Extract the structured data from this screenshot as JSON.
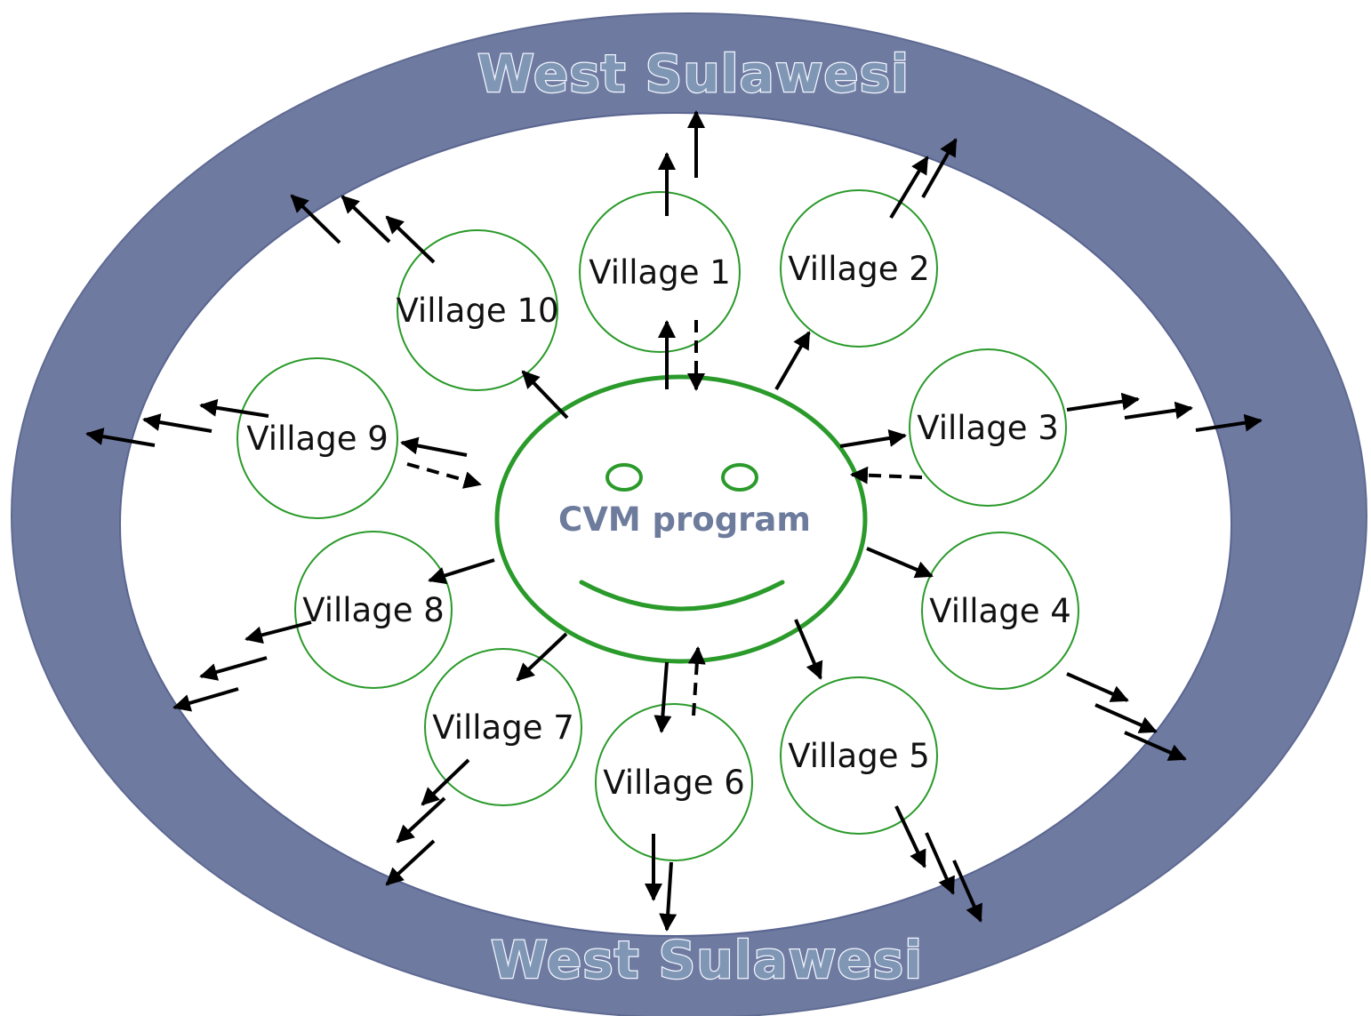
{
  "diagram": {
    "region_label_top": "West Sulawesi",
    "region_label_bottom": "West Sulawesi",
    "hub_label": "CVM program",
    "colors": {
      "ring": "#6f7aa1",
      "inner": "#ffffff",
      "hub_outline": "#2a9a2a",
      "village_outline": "#2a9a2a",
      "hub_text": "#6d7b9c",
      "arrow": "#000000"
    },
    "villages": [
      {
        "id": "v1",
        "label": "Village 1"
      },
      {
        "id": "v2",
        "label": "Village 2"
      },
      {
        "id": "v3",
        "label": "Village 3"
      },
      {
        "id": "v4",
        "label": "Village 4"
      },
      {
        "id": "v5",
        "label": "Village 5"
      },
      {
        "id": "v6",
        "label": "Village 6"
      },
      {
        "id": "v7",
        "label": "Village 7"
      },
      {
        "id": "v8",
        "label": "Village 8"
      },
      {
        "id": "v9",
        "label": "Village 9"
      },
      {
        "id": "v10",
        "label": "Village 10"
      }
    ],
    "links": [
      {
        "from": "hub",
        "to": "v1",
        "style": "solid"
      },
      {
        "from": "v1",
        "to": "hub",
        "style": "dashed"
      },
      {
        "from": "hub",
        "to": "v2",
        "style": "solid"
      },
      {
        "from": "hub",
        "to": "v3",
        "style": "solid"
      },
      {
        "from": "v3",
        "to": "hub",
        "style": "dashed"
      },
      {
        "from": "hub",
        "to": "v4",
        "style": "solid"
      },
      {
        "from": "hub",
        "to": "v5",
        "style": "solid"
      },
      {
        "from": "hub",
        "to": "v6",
        "style": "solid"
      },
      {
        "from": "v6",
        "to": "hub",
        "style": "dashed"
      },
      {
        "from": "hub",
        "to": "v7",
        "style": "solid"
      },
      {
        "from": "hub",
        "to": "v8",
        "style": "solid"
      },
      {
        "from": "hub",
        "to": "v9",
        "style": "solid"
      },
      {
        "from": "v9",
        "to": "hub",
        "style": "dashed"
      },
      {
        "from": "hub",
        "to": "v10",
        "style": "solid"
      }
    ],
    "outward_arrow_counts": {
      "v1": 2,
      "v2": 2,
      "v3": 3,
      "v4": 3,
      "v5": 3,
      "v6": 2,
      "v7": 3,
      "v8": 3,
      "v9": 3,
      "v10": 3
    }
  }
}
